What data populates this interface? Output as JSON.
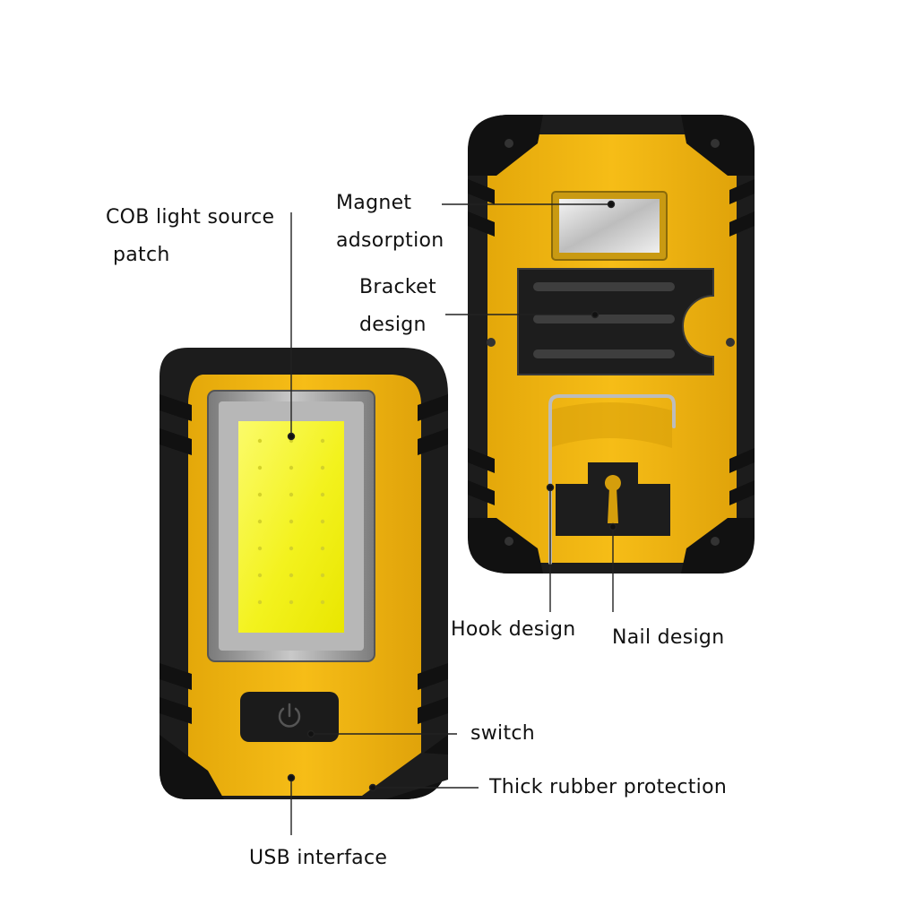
{
  "labels": {
    "cob_line1": "COB light source",
    "cob_line2": "patch",
    "magnet_line1": "Magnet",
    "magnet_line2": "adsorption",
    "bracket_line1": "Bracket",
    "bracket_line2": "design",
    "hook": "Hook design",
    "nail": "Nail design",
    "switch": "switch",
    "rubber": "Thick rubber protection",
    "usb": "USB interface"
  },
  "colors": {
    "background": "#ffffff",
    "body_yellow": "#f2b60f",
    "rubber_black": "#1c1c1c",
    "cob_yellow": "#f6f32a",
    "bezel_gray": "#9a9a9a",
    "magnet_silver": "#d8d8d8"
  },
  "icons": {
    "power": "power-icon"
  }
}
